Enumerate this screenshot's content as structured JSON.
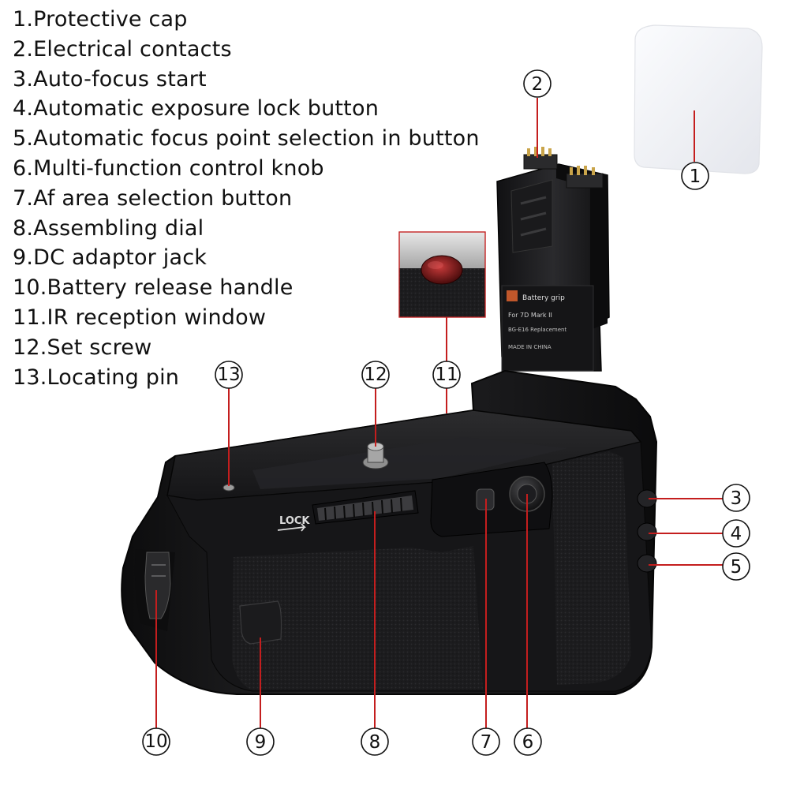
{
  "parts": [
    {
      "number": "1",
      "label": "1.Protective cap"
    },
    {
      "number": "2",
      "label": "2.Electrical contacts"
    },
    {
      "number": "3",
      "label": "3.Auto-focus start"
    },
    {
      "number": "4",
      "label": "4.Automatic exposure lock button"
    },
    {
      "number": "5",
      "label": "5.Automatic focus point selection in button"
    },
    {
      "number": "6",
      "label": "6.Multi-function control knob"
    },
    {
      "number": "7",
      "label": "7.Af area selection button"
    },
    {
      "number": "8",
      "label": "8.Assembling dial"
    },
    {
      "number": "9",
      "label": "9.DC adaptor jack"
    },
    {
      "number": "10",
      "label": "10.Battery release handle"
    },
    {
      "number": "11",
      "label": "11.IR reception window"
    },
    {
      "number": "12",
      "label": "12.Set screw"
    },
    {
      "number": "13",
      "label": "13.Locating pin"
    }
  ],
  "device_markings": {
    "lock": "LOCK",
    "battery_grip": "Battery grip",
    "model": "For 7D Mark II",
    "replacement": "BG-E16 Replacement",
    "origin": "MADE IN CHINA"
  },
  "colors": {
    "leader_line": "#c41e1e",
    "grip_body": "#1b1b1d",
    "text": "#111111",
    "background": "#ffffff",
    "protective_cap": "#f3f4f7"
  },
  "icons": {
    "callout_marker": "circled-number"
  }
}
